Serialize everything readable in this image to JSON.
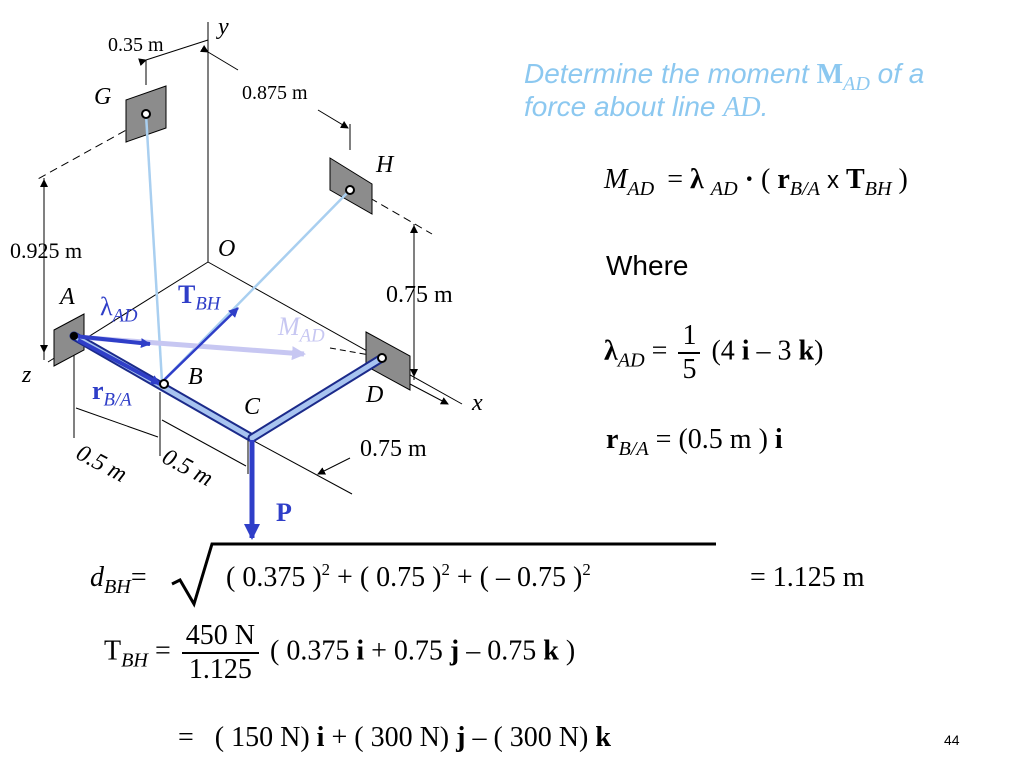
{
  "title": {
    "part1": "Determine the moment ",
    "symbol": "M",
    "symbol_sub": "AD",
    "part2": " of a",
    "line2_part1": "force about line ",
    "line2_symbol": "AD",
    "line2_end": "."
  },
  "equations": {
    "moment": {
      "lhs": "M",
      "lhs_sub": "AD",
      "eq": "=",
      "lambda": "λ",
      "lambda_sub": "AD",
      "dot": "·",
      "open": "(",
      "r": "r",
      "r_sub": "B/A",
      "cross": "x",
      "T": "T",
      "T_sub": "BH",
      "close": ")"
    },
    "where": "Where",
    "lambda_def": {
      "lhs": "λ",
      "lhs_sub": "AD",
      "eq": "=",
      "num": "1",
      "den": "5",
      "open": "(4 ",
      "i": "i",
      "mid": " – 3 ",
      "k": "k",
      "close": ")"
    },
    "r_def": {
      "lhs": "r",
      "lhs_sub": "B/A",
      "eq": "= (0.5 m ) ",
      "i": "i"
    },
    "d_bh": {
      "lhs": "d",
      "lhs_sub": "BH",
      "eq": "=",
      "t1": "( 0.375 )",
      "t2": " + ( 0.75 )",
      "t3": " + ( – 0.75 )",
      "exp": "2",
      "result": "= 1.125 m"
    },
    "t_bh": {
      "lhs": "T",
      "lhs_sub": "BH",
      "eq": "=",
      "num": "450 N",
      "den": "1.125",
      "p1": "( 0.375 ",
      "i": "i",
      "p2": " + 0.75 ",
      "j": "j",
      "p3": " – 0.75 ",
      "k": "k",
      "p4": " )"
    },
    "t_bh_result": {
      "eq": "=",
      "p1": "( 150 N) ",
      "i": "i",
      "p2": " + ( 300 N) ",
      "j": "j",
      "p3": " – ( 300 N) ",
      "k": "k"
    }
  },
  "diagram": {
    "axes": {
      "y": "y",
      "z": "z",
      "x": "x",
      "origin": "O"
    },
    "points": {
      "A": "A",
      "B": "B",
      "C": "C",
      "D": "D",
      "G": "G",
      "H": "H"
    },
    "dimensions": {
      "d035": "0.35 m",
      "d0875": "0.875 m",
      "d0925": "0.925 m",
      "d075_right": "0.75 m",
      "d075_bottom": "0.75 m",
      "d05_left": "0.5 m",
      "d05_right": "0.5 m"
    },
    "vectors": {
      "lambda": "λ",
      "lambda_sub": "AD",
      "t": "T",
      "t_sub": "BH",
      "m": "M",
      "m_sub": "AD",
      "r": "r",
      "r_sub": "B/A",
      "p": "P"
    },
    "colors": {
      "vector_blue": "#2f3ec8",
      "cable_light_blue": "#a9cff0",
      "moment_lavender": "#c7c7f2",
      "title_blue": "#8cc8f0",
      "bracket_gray": "#8c8c8c"
    }
  },
  "page_number": "44"
}
